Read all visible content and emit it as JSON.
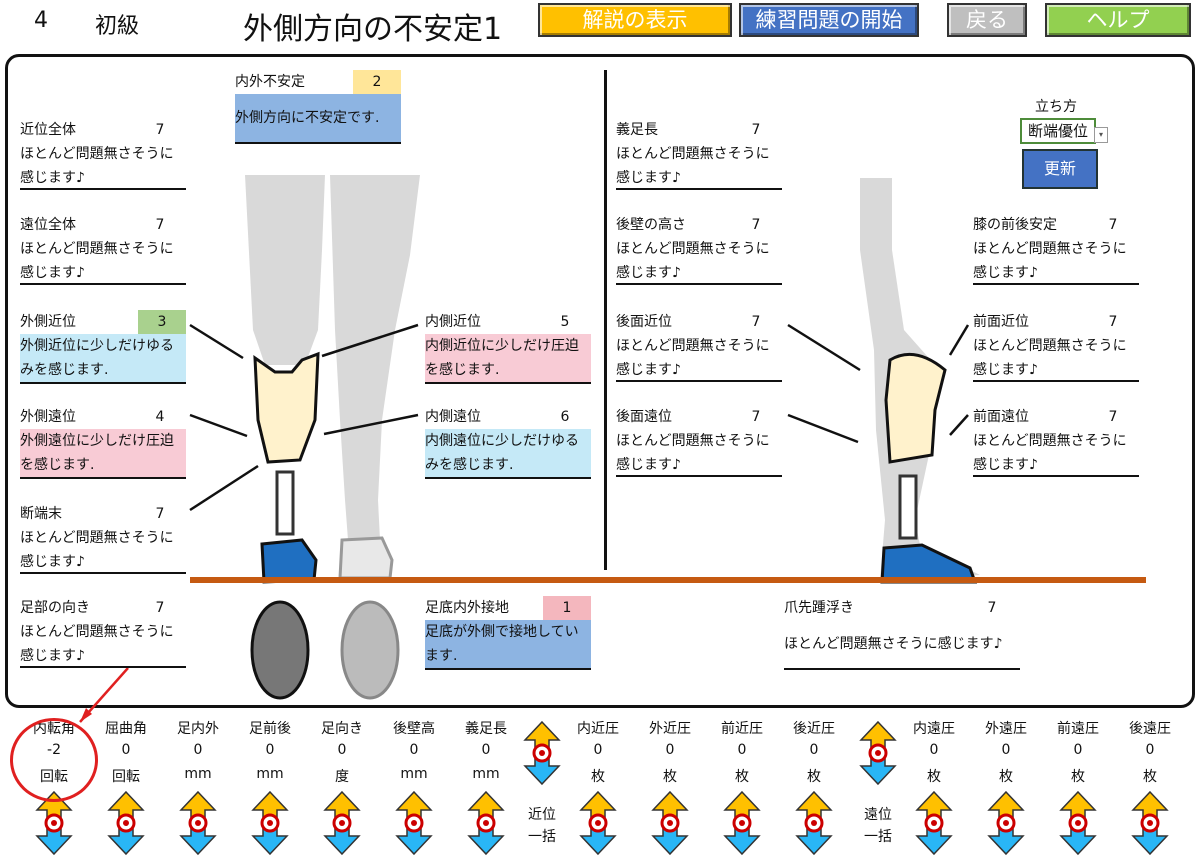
{
  "header": {
    "number": "4",
    "level": "初級",
    "title": "外側方向の不安定1",
    "buttons": {
      "explain": "解説の表示",
      "start": "練習問題の開始",
      "back": "戻る",
      "help": "ヘルプ"
    }
  },
  "top_summary": {
    "label": "内外不安定",
    "score": "2",
    "message": "外側方向に不安定です."
  },
  "left_items": [
    {
      "label": "近位全体",
      "score": "7",
      "message": "ほとんど問題無さそうに\n感じます♪"
    },
    {
      "label": "遠位全体",
      "score": "7",
      "message": "ほとんど問題無さそうに\n感じます♪"
    },
    {
      "label": "外側近位",
      "score": "3",
      "message": "外側近位に少しだけゆる\nみを感じます."
    },
    {
      "label": "外側遠位",
      "score": "4",
      "message": "外側遠位に少しだけ圧迫\nを感じます."
    },
    {
      "label": "断端末",
      "score": "7",
      "message": "ほとんど問題無さそうに\n感じます♪"
    },
    {
      "label": "足部の向き",
      "score": "7",
      "message": "ほとんど問題無さそうに\n感じます♪"
    }
  ],
  "center_items": [
    {
      "label": "内側近位",
      "score": "5",
      "message": "内側近位に少しだけ圧迫\nを感じます."
    },
    {
      "label": "内側遠位",
      "score": "6",
      "message": "内側遠位に少しだけゆる\nみを感じます."
    },
    {
      "label": "足底内外接地",
      "score": "1",
      "message": "足底が外側で接地してい\nます."
    }
  ],
  "right_items": [
    {
      "label": "義足長",
      "score": "7",
      "message": "ほとんど問題無さそうに\n感じます♪"
    },
    {
      "label": "後壁の高さ",
      "score": "7",
      "message": "ほとんど問題無さそうに\n感じます♪"
    },
    {
      "label": "後面近位",
      "score": "7",
      "message": "ほとんど問題無さそうに\n感じます♪"
    },
    {
      "label": "後面遠位",
      "score": "7",
      "message": "ほとんど問題無さそうに\n感じます♪"
    },
    {
      "label": "膝の前後安定",
      "score": "7",
      "message": "ほとんど問題無さそうに\n感じます♪"
    },
    {
      "label": "前面近位",
      "score": "7",
      "message": "ほとんど問題無さそうに\n感じます♪"
    },
    {
      "label": "前面遠位",
      "score": "7",
      "message": "ほとんど問題無さそうに\n感じます♪"
    },
    {
      "label": "爪先踵浮き",
      "score": "7",
      "message": "ほとんど問題無さそうに感じます♪"
    }
  ],
  "standing": {
    "label": "立ち方",
    "value": "断端優位",
    "dropdown_arrow": "▾",
    "update": "更新"
  },
  "controls": [
    {
      "label": "内転角",
      "value": "-2",
      "unit": "回転"
    },
    {
      "label": "屈曲角",
      "value": "0",
      "unit": "回転"
    },
    {
      "label": "足内外",
      "value": "0",
      "unit": "mm"
    },
    {
      "label": "足前後",
      "value": "0",
      "unit": "mm"
    },
    {
      "label": "足向き",
      "value": "0",
      "unit": "度"
    },
    {
      "label": "後壁高",
      "value": "0",
      "unit": "mm"
    },
    {
      "label": "義足長",
      "value": "0",
      "unit": "mm"
    },
    {
      "label": "内近圧",
      "value": "0",
      "unit": "枚"
    },
    {
      "label": "外近圧",
      "value": "0",
      "unit": "枚"
    },
    {
      "label": "前近圧",
      "value": "0",
      "unit": "枚"
    },
    {
      "label": "後近圧",
      "value": "0",
      "unit": "枚"
    },
    {
      "label": "内遠圧",
      "value": "0",
      "unit": "枚"
    },
    {
      "label": "外遠圧",
      "value": "0",
      "unit": "枚"
    },
    {
      "label": "前遠圧",
      "value": "0",
      "unit": "枚"
    },
    {
      "label": "後遠圧",
      "value": "0",
      "unit": "枚"
    }
  ],
  "group_labels": {
    "proximal": "近位\n一括",
    "distal": "遠位\n一括"
  },
  "colors": {
    "yellow": "#ffe699",
    "green": "#a9d18e",
    "pink": "#f8cbd5",
    "blue": "#8db4e2",
    "lightblue": "#c5e9f7",
    "red": "#f4b7be",
    "skin": "#fff2cc",
    "shoe": "#1f6fc1",
    "ground": "#c55a11"
  }
}
